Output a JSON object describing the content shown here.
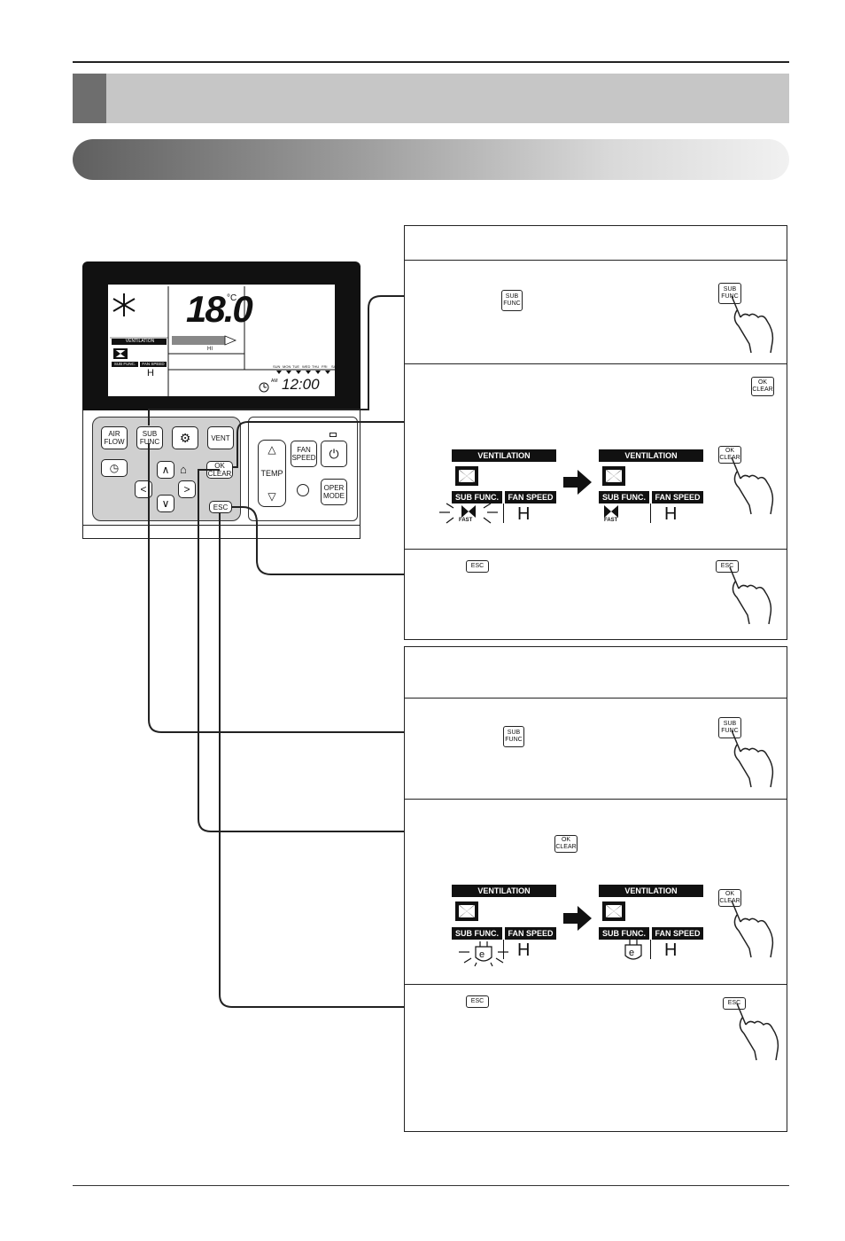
{
  "remote": {
    "lcd": {
      "temperature": "18.0",
      "temp_unit": "°C",
      "ventilation_label": "VENTILATION",
      "fan_level": "HI",
      "sub_func_label": "SUB FUNC.",
      "fan_speed_label": "FAN SPEED",
      "fan_speed_value": "H",
      "days": [
        "SUN",
        "MON",
        "TUE",
        "WED",
        "THU",
        "FRI",
        "SAT"
      ],
      "ampm": "AM",
      "time": "12:00"
    },
    "buttons": {
      "air_flow": "AIR FLOW",
      "sub_func": "SUB FUNC",
      "vent": "VENT",
      "ok_clear": "OK CLEAR",
      "esc": "ESC",
      "fan_speed": "FAN SPEED",
      "temp": "TEMP",
      "oper_mode": "OPER MODE"
    }
  },
  "panels": {
    "sub_func_key": "SUB FUNC",
    "ok_clear_key": "OK CLEAR",
    "esc_key": "ESC",
    "display": {
      "ventilation_label": "VENTILATION",
      "sub_func_label": "SUB FUNC.",
      "fan_speed_label": "FAN SPEED",
      "fan_speed_value": "H",
      "fast_label": "FAST"
    }
  }
}
